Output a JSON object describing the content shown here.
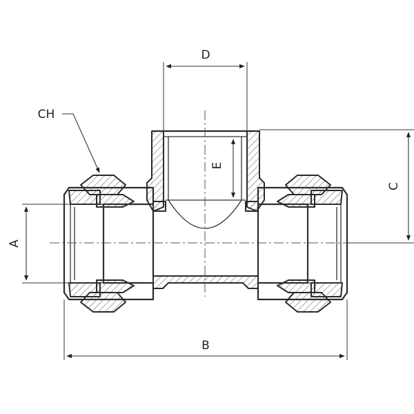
{
  "labels": {
    "a": "A",
    "b": "B",
    "c": "C",
    "d": "D",
    "e": "E",
    "ch": "CH"
  }
}
